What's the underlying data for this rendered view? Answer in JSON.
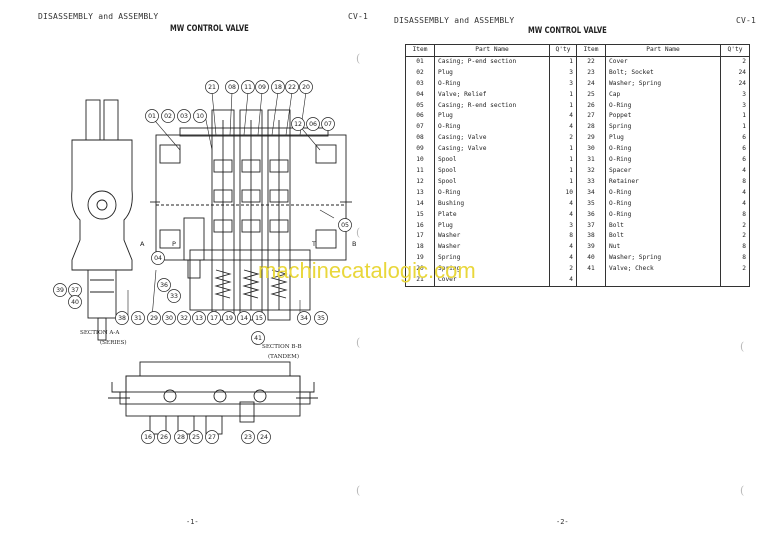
{
  "left": {
    "header": "DISASSEMBLY and ASSEMBLY",
    "code": "CV-1",
    "subtitle": "MW CONTROL VALVE",
    "page_number": "-1-",
    "callouts_top": [
      "21",
      "08",
      "11",
      "09",
      "18",
      "22",
      "20"
    ],
    "callouts_left": [
      "01",
      "02",
      "03",
      "10"
    ],
    "callouts_right": [
      "12",
      "06",
      "07"
    ],
    "callouts_bottom": [
      "38",
      "31",
      "29",
      "30",
      "32",
      "13",
      "17",
      "19",
      "14",
      "15",
      "34",
      "35"
    ],
    "callouts_misc": [
      "04",
      "05",
      "36",
      "33",
      "39",
      "37",
      "40"
    ],
    "callouts_sections": [
      "41",
      "16",
      "26",
      "28",
      "25",
      "27",
      "23",
      "24"
    ],
    "port_labels": {
      "a": "A",
      "b": "B",
      "p": "P",
      "t": "T"
    },
    "section_a": {
      "title": "SECTION A-A",
      "note": "(SERIES)"
    },
    "section_b": {
      "title": "SECTION B-B",
      "note": "(TANDEM)"
    }
  },
  "right": {
    "header": "DISASSEMBLY and ASSEMBLY",
    "code": "CV-1",
    "subtitle": "MW CONTROL VALVE",
    "page_number": "-2-",
    "table": {
      "headers": [
        "Item",
        "Part Name",
        "Q'ty",
        "Item",
        "Part Name",
        "Q'ty"
      ],
      "rows": [
        [
          "01",
          "Casing; P-end section",
          "1",
          "22",
          "Cover",
          "2"
        ],
        [
          "02",
          "Plug",
          "3",
          "23",
          "Bolt; Socket",
          "24"
        ],
        [
          "03",
          "O-Ring",
          "3",
          "24",
          "Washer; Spring",
          "24"
        ],
        [
          "04",
          "Valve; Relief",
          "1",
          "25",
          "Cap",
          "3"
        ],
        [
          "05",
          "Casing; R-end section",
          "1",
          "26",
          "O-Ring",
          "3"
        ],
        [
          "06",
          "Plug",
          "4",
          "27",
          "Poppet",
          "1"
        ],
        [
          "07",
          "O-Ring",
          "4",
          "28",
          "Spring",
          "1"
        ],
        [
          "08",
          "Casing; Valve",
          "2",
          "29",
          "Plug",
          "6"
        ],
        [
          "09",
          "Casing; Valve",
          "1",
          "30",
          "O-Ring",
          "6"
        ],
        [
          "10",
          "Spool",
          "1",
          "31",
          "O-Ring",
          "6"
        ],
        [
          "11",
          "Spool",
          "1",
          "32",
          "Spacer",
          "4"
        ],
        [
          "12",
          "Spool",
          "1",
          "33",
          "Retainer",
          "8"
        ],
        [
          "13",
          "O-Ring",
          "10",
          "34",
          "O-Ring",
          "4"
        ],
        [
          "14",
          "Bushing",
          "4",
          "35",
          "O-Ring",
          "4"
        ],
        [
          "15",
          "Plate",
          "4",
          "36",
          "O-Ring",
          "8"
        ],
        [
          "16",
          "Plug",
          "3",
          "37",
          "Bolt",
          "2"
        ],
        [
          "17",
          "Washer",
          "8",
          "38",
          "Bolt",
          "2"
        ],
        [
          "18",
          "Washer",
          "4",
          "39",
          "Nut",
          "8"
        ],
        [
          "19",
          "Spring",
          "4",
          "40",
          "Washer; Spring",
          "8"
        ],
        [
          "20",
          "Spring",
          "2",
          "41",
          "Valve; Check",
          "2"
        ],
        [
          "21",
          "Cover",
          "4",
          "",
          "",
          ""
        ]
      ]
    }
  },
  "watermark": "machinecatalogic.com"
}
